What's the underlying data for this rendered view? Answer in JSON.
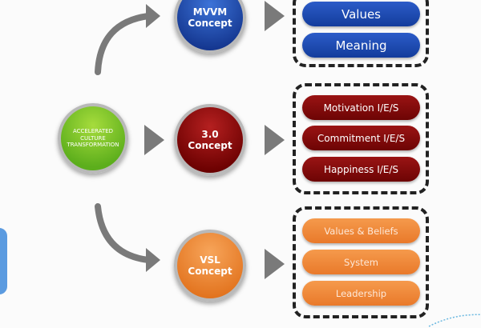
{
  "center": {
    "lines": [
      "ACCELERATED",
      "CULTURE",
      "TRANSFORMATION"
    ]
  },
  "concepts": [
    {
      "lines": [
        "MVVM",
        "Concept"
      ],
      "items": [
        "Values",
        "Meaning"
      ],
      "color": "#1a45a8"
    },
    {
      "lines": [
        "3.0",
        "Concept"
      ],
      "items": [
        "Motivation I/E/S",
        "Commitment I/E/S",
        "Happiness I/E/S"
      ],
      "color": "#7d0808"
    },
    {
      "lines": [
        "VSL",
        "Concept"
      ],
      "items": [
        "Values & Beliefs",
        "System",
        "Leadership"
      ],
      "color": "#ee8437"
    }
  ]
}
